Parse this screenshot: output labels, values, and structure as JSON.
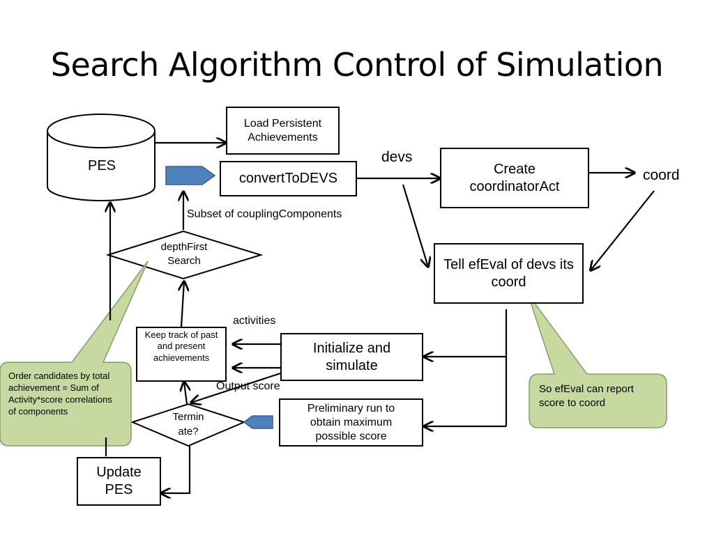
{
  "title": "Search Algorithm Control of Simulation",
  "nodes": {
    "pes": "PES",
    "load": "Load  Persistent Achievements",
    "convert": "convertToDEVS",
    "create": "Create coordinatorAct",
    "tell": "Tell efEval of devs its coord",
    "dfs": "depthFirst Search",
    "keep": "Keep track of past and present achievements",
    "init": "Initialize and simulate",
    "prelim": "Preliminary run to obtain maximum possible score",
    "terminate": "Termin ate?",
    "update": "Update PES"
  },
  "labels": {
    "devs": "devs",
    "coord": "coord",
    "subset": "Subset of couplingComponents",
    "activities": "activities",
    "output_score": "Output score"
  },
  "callouts": {
    "order": "Order  candidates by total  achievement = Sum of Activity*score correlations of components",
    "efeval": "So efEval can report score to coord"
  },
  "colors": {
    "callout_fill": "#c5d9a0",
    "callout_border": "#8a9a6a",
    "pentagon_fill": "#4f81bd",
    "pentagon_border": "#385d8a"
  }
}
